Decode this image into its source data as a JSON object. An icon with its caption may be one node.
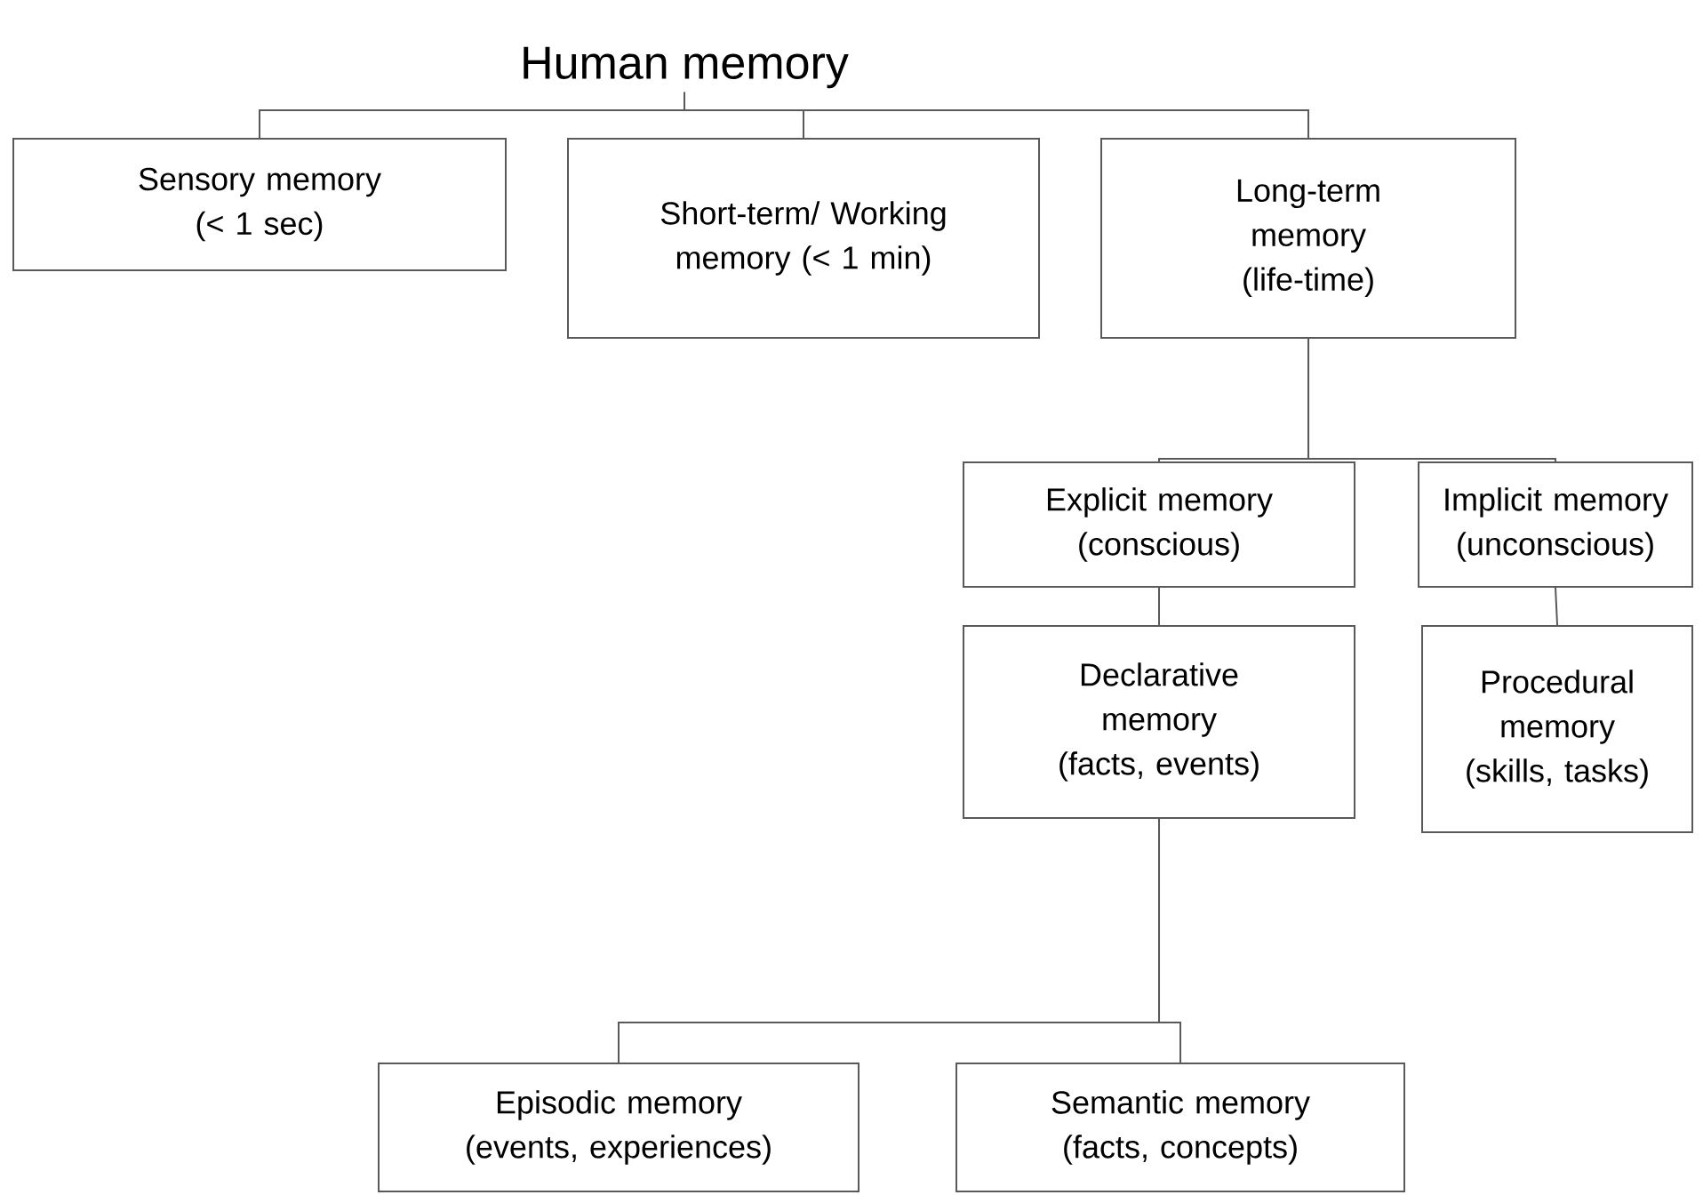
{
  "diagram": {
    "nodes": [
      {
        "text": [
          "Human memory"
        ]
      },
      {
        "text": [
          "Sensory memory (< 1 sec)"
        ]
      },
      {
        "text": [
          "Short-term/ Working memory (< 1 min)"
        ]
      },
      {
        "text": [
          "Long-term memory (life-time)"
        ]
      },
      {
        "text": [
          "Explicit memory (conscious)"
        ]
      },
      {
        "text": [
          "Implicit memory (unconscious)"
        ]
      },
      {
        "text": [
          "Declarative memory (facts, events)"
        ]
      },
      {
        "text": [
          "Procedural memory (skills, tasks)"
        ]
      },
      {
        "text": [
          "Episodic memory (events, experiences)"
        ]
      },
      {
        "text": [
          "Semantic memory (facts, concepts)"
        ]
      }
    ],
    "edges": [
      {
        "from": 0,
        "to": 1,
        "arrow": "none"
      },
      {
        "from": 0,
        "to": 2,
        "arrow": "none"
      },
      {
        "from": 0,
        "to": 3,
        "arrow": "none"
      },
      {
        "from": 3,
        "to": 4,
        "arrow": "none"
      },
      {
        "from": 3,
        "to": 5,
        "arrow": "none"
      },
      {
        "from": 4,
        "to": 6,
        "arrow": "none"
      },
      {
        "from": 5,
        "to": 7,
        "arrow": "none"
      },
      {
        "from": 6,
        "to": 8,
        "arrow": "none"
      },
      {
        "from": 6,
        "to": 9,
        "arrow": "none"
      }
    ]
  }
}
